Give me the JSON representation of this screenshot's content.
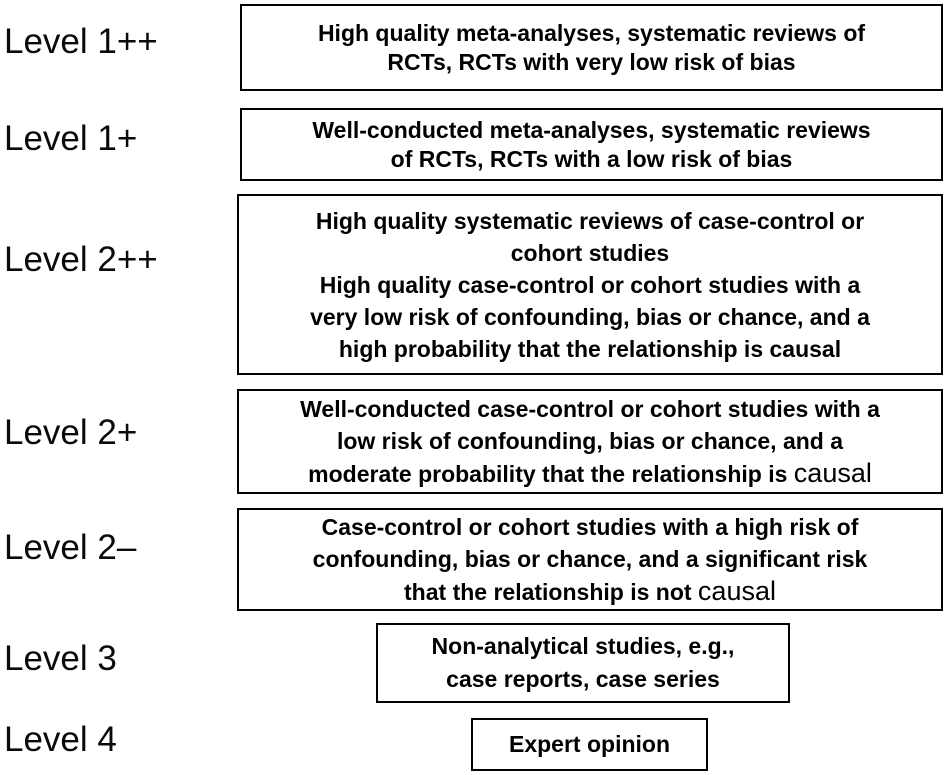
{
  "figure": {
    "background_color": "#ffffff",
    "border_color": "#000000",
    "text_color": "#000000"
  },
  "rows": [
    {
      "label": "Level 1++",
      "box": {
        "lines": [
          "High quality meta-analyses, systematic reviews of",
          "RCTs, RCTs with very low risk of bias"
        ]
      }
    },
    {
      "label": "Level 1+",
      "box": {
        "lines": [
          "Well-conducted meta-analyses, systematic reviews",
          "of RCTs, RCTs with a low risk of bias"
        ]
      }
    },
    {
      "label": "Level 2++",
      "box": {
        "lines": [
          "High quality systematic reviews of case-control or",
          "cohort studies",
          "High quality case-control or cohort studies with a",
          "very low risk of confounding, bias or chance, and a",
          "high probability that the relationship is causal"
        ]
      }
    },
    {
      "label": "Level 2+",
      "box": {
        "lines": [
          "Well-conducted case-control or cohort studies with a",
          "low risk of confounding, bias or chance, and a"
        ],
        "last_line_prefix": "moderate probability that the relationship is",
        "emphasis_word": "causal"
      }
    },
    {
      "label": "Level 2–",
      "box": {
        "lines": [
          "Case-control or cohort studies with a high risk of",
          "confounding, bias or chance, and a significant risk"
        ],
        "last_line_prefix": "that the relationship is not",
        "emphasis_word": "causal"
      }
    },
    {
      "label": "Level 3",
      "box": {
        "lines": [
          "Non-analytical studies, e.g.,",
          "case reports, case series"
        ]
      }
    },
    {
      "label": "Level 4",
      "box": {
        "lines": [
          "Expert opinion"
        ]
      }
    }
  ]
}
